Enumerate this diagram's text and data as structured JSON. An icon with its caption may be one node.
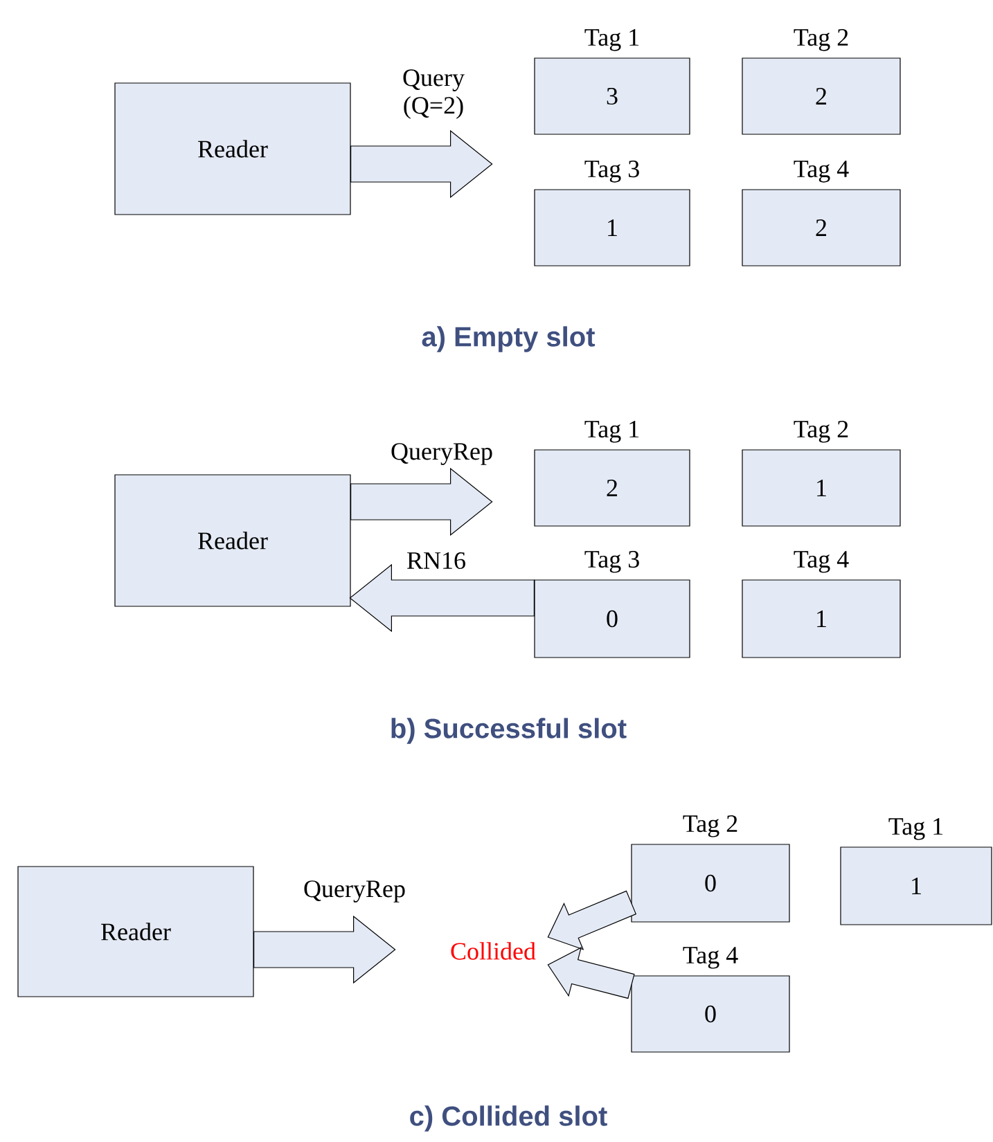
{
  "diagram": {
    "nodes": [
      {
        "text": [
          "Reader"
        ]
      },
      {
        "text": [
          "Tag 1",
          "3"
        ]
      },
      {
        "text": [
          "Tag 2",
          "2"
        ]
      },
      {
        "text": [
          "Tag 3",
          "1"
        ]
      },
      {
        "text": [
          "Tag 4",
          "2"
        ]
      },
      {
        "text": [
          "Reader"
        ]
      },
      {
        "text": [
          "Tag 1",
          "2"
        ]
      },
      {
        "text": [
          "Tag 2",
          "1"
        ]
      },
      {
        "text": [
          "Tag 3",
          "0"
        ]
      },
      {
        "text": [
          "Tag 4",
          "1"
        ]
      },
      {
        "text": [
          "Reader"
        ]
      },
      {
        "text": [
          "Tag 2",
          "0"
        ]
      },
      {
        "text": [
          "Tag 1",
          "1"
        ]
      },
      {
        "text": [
          "Collided"
        ]
      },
      {
        "text": [
          "Tag 4",
          "0"
        ]
      }
    ],
    "edges": [
      {
        "from": 0,
        "to": null,
        "arrow": "to",
        "label": "Query (Q=2)"
      },
      {
        "from": 5,
        "to": null,
        "arrow": "to",
        "label": "QueryRep"
      },
      {
        "from": 8,
        "to": 5,
        "arrow": "to",
        "label": "RN16"
      },
      {
        "from": 10,
        "to": null,
        "arrow": "to",
        "label": "QueryRep"
      },
      {
        "from": 11,
        "to": 13,
        "arrow": "to"
      },
      {
        "from": 14,
        "to": 13,
        "arrow": "to"
      }
    ],
    "labels": [
      "a) Empty slot",
      "b) Successful slot",
      "c) Collided slot"
    ]
  }
}
